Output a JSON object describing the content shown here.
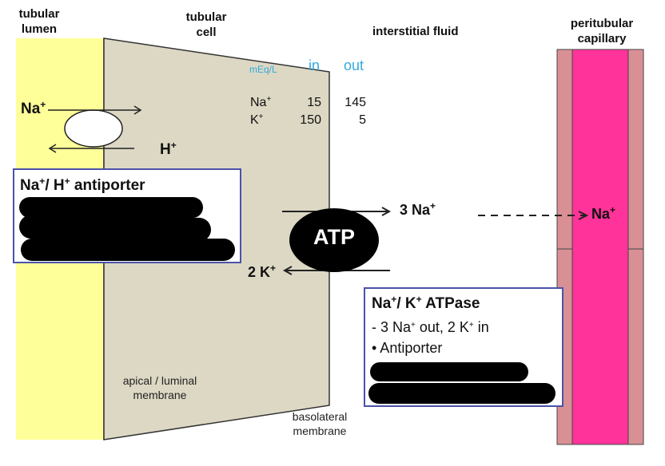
{
  "headers": {
    "tubular_lumen": [
      "tubular",
      "lumen"
    ],
    "tubular_cell": [
      "tubular",
      "cell"
    ],
    "interstitial_fluid": "interstitial fluid",
    "peritubular_capillary": [
      "peritubular",
      "capillary"
    ]
  },
  "concentrations": {
    "unit": "mEq/L",
    "col_in": "in",
    "col_out": "out",
    "rows": [
      {
        "ion": "Na",
        "charge": "+",
        "in": "15",
        "out": "145"
      },
      {
        "ion": "K",
        "charge": "+",
        "in": "150",
        "out": "5"
      }
    ]
  },
  "apical_exchanger": {
    "na_label": "Na",
    "na_charge": "+",
    "h_label": "H",
    "h_charge": "+"
  },
  "antiporter_box": {
    "title_na": "Na",
    "title_h": "/ H",
    "title_suffix": " antiporter",
    "charge": "+"
  },
  "pump": {
    "atp_label": "ATP",
    "out_label": "3 Na",
    "out_charge": "+",
    "in_label": "2 K",
    "in_charge": "+",
    "capillary_label": "Na",
    "capillary_charge": "+"
  },
  "atpase_box": {
    "title_na": "Na",
    "title_k": "/ K",
    "title_suffix": " ATPase",
    "charge": "+",
    "line1_a": "- 3 Na",
    "line1_b": " out, 2 K",
    "line1_c": " in",
    "line2": "• Antiporter"
  },
  "membranes": {
    "apical": [
      "apical / luminal",
      "membrane"
    ],
    "basolateral": [
      "basolateral",
      "membrane"
    ]
  },
  "colors": {
    "lumen": "#ffff99",
    "cell": "#ddd8c4",
    "capillary_wall": "#d99095",
    "capillary_blood": "#ff3399",
    "box_border": "#4a52a8",
    "unit_text": "#33aadd"
  }
}
